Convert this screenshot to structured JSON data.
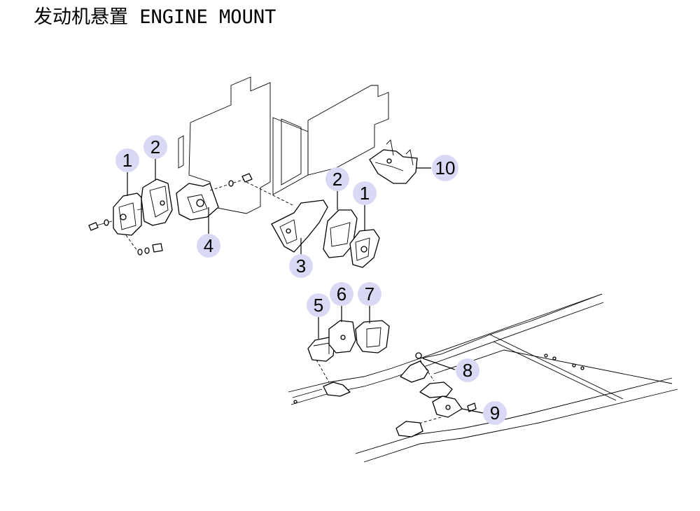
{
  "title": {
    "chinese": "发动机悬置",
    "english": "ENGINE MOUNT"
  },
  "callouts": [
    {
      "id": "1",
      "label": "1"
    },
    {
      "id": "2",
      "label": "2"
    },
    {
      "id": "4",
      "label": "4"
    },
    {
      "id": "2b",
      "label": "2"
    },
    {
      "id": "1b",
      "label": "1"
    },
    {
      "id": "3",
      "label": "3"
    },
    {
      "id": "10",
      "label": "10"
    },
    {
      "id": "5",
      "label": "5"
    },
    {
      "id": "6",
      "label": "6"
    },
    {
      "id": "7",
      "label": "7"
    },
    {
      "id": "8",
      "label": "8"
    },
    {
      "id": "9",
      "label": "9"
    }
  ]
}
